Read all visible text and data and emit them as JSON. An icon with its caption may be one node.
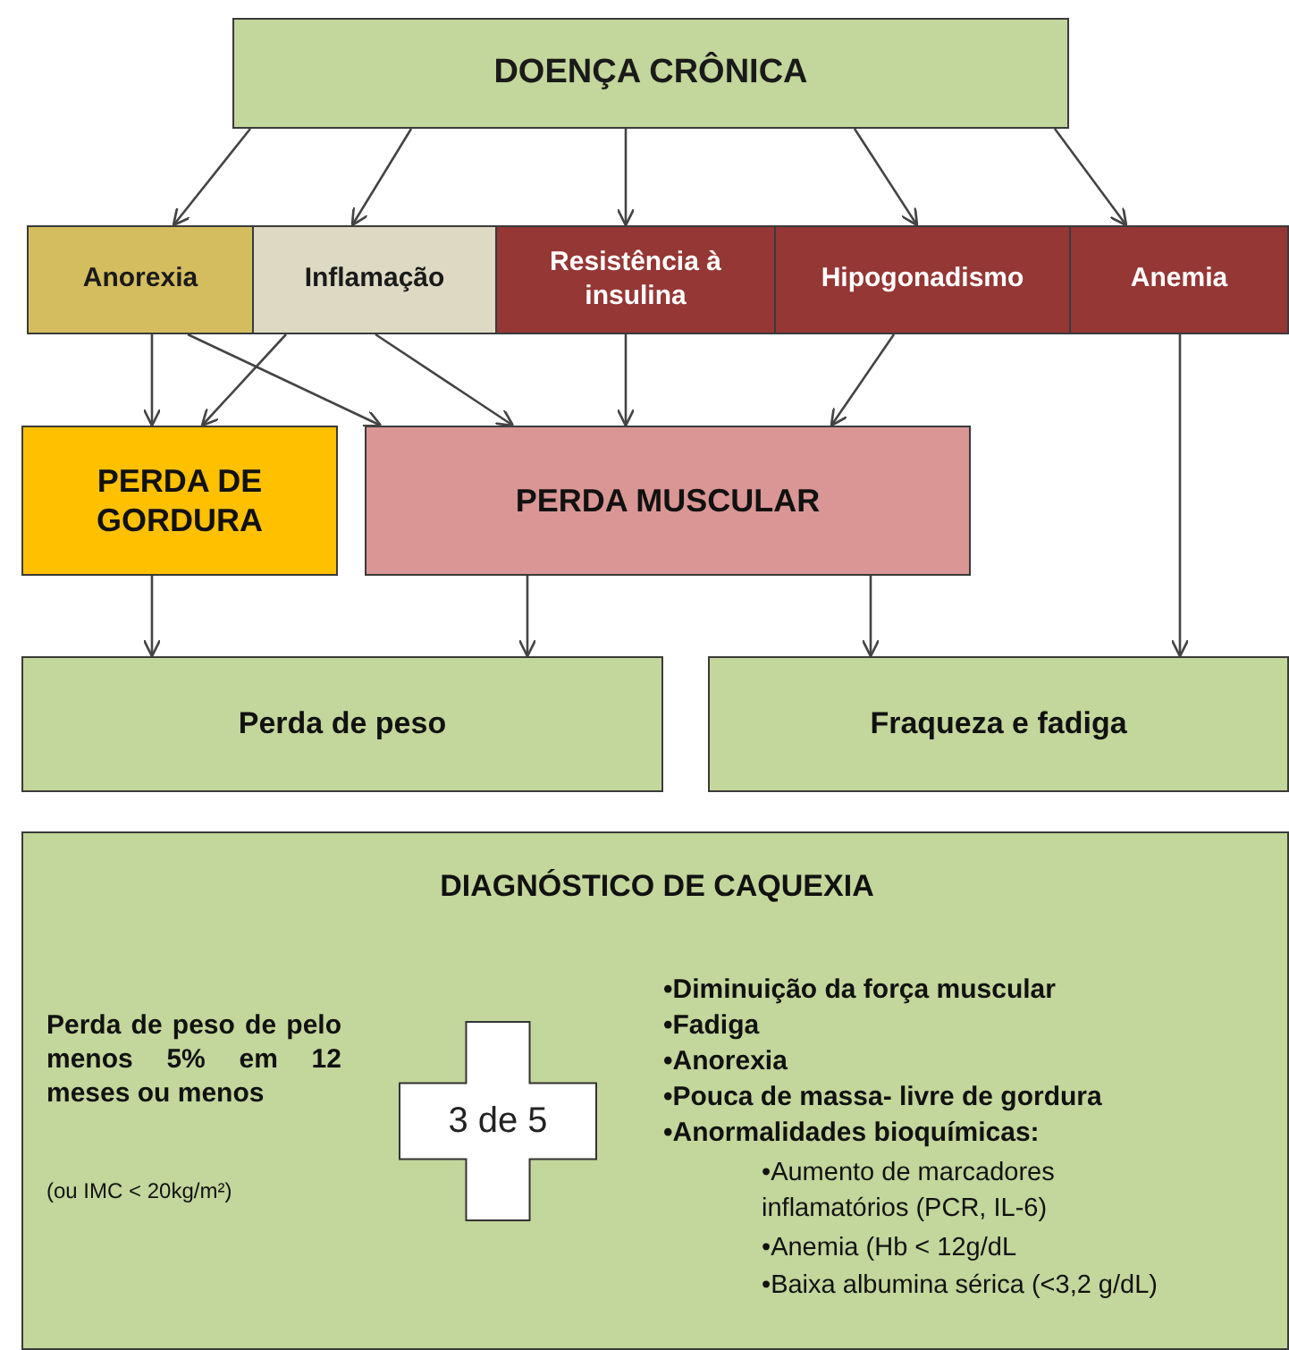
{
  "diagram": {
    "nodes": [
      {
        "text": [
          "DOENÇA CRÔNICA"
        ]
      },
      {
        "text": [
          "Anorexia"
        ]
      },
      {
        "text": [
          "Inflamação"
        ]
      },
      {
        "text": [
          "Resistência à insulina"
        ]
      },
      {
        "text": [
          "Hipogonadismo"
        ]
      },
      {
        "text": [
          "Anemia"
        ]
      },
      {
        "text": [
          "PERDA DE GORDURA"
        ]
      },
      {
        "text": [
          "PERDA MUSCULAR"
        ]
      },
      {
        "text": [
          "Perda de peso"
        ]
      },
      {
        "text": [
          "Fraqueza e fadiga"
        ]
      },
      {
        "text": [
          "DIAGNÓSTICO DE CAQUEXIA",
          "Perda de peso de pelo menos 5% em 12 meses ou menos",
          "(ou IMC < 20kg/m²)",
          "•Diminuição da força muscular",
          "•Fadiga",
          "•Anorexia",
          "•Pouca de massa- livre de gordura",
          "•Anormalidades bioquímicas:",
          "•Aumento de marcadores inflamatórios (PCR, IL-6)",
          "•Anemia (Hb < 12g/dL",
          "•Baixa albumina sérica (<3,2 g/dL)"
        ]
      },
      {
        "text": [
          "3 de 5"
        ],
        "in": 10
      }
    ],
    "edges": [
      {
        "from": 0,
        "to": 1,
        "arrow": "to"
      },
      {
        "from": 0,
        "to": 2,
        "arrow": "to"
      },
      {
        "from": 0,
        "to": 3,
        "arrow": "to"
      },
      {
        "from": 0,
        "to": 4,
        "arrow": "to"
      },
      {
        "from": 0,
        "to": 5,
        "arrow": "to"
      },
      {
        "from": 1,
        "to": 6,
        "arrow": "to"
      },
      {
        "from": 1,
        "to": 7,
        "arrow": "to"
      },
      {
        "from": 2,
        "to": 6,
        "arrow": "to"
      },
      {
        "from": 2,
        "to": 7,
        "arrow": "to"
      },
      {
        "from": 3,
        "to": 7,
        "arrow": "to"
      },
      {
        "from": 4,
        "to": 7,
        "arrow": "to"
      },
      {
        "from": 5,
        "to": 9,
        "arrow": "to"
      },
      {
        "from": 6,
        "to": 8,
        "arrow": "to"
      },
      {
        "from": 7,
        "to": 8,
        "arrow": "to"
      },
      {
        "from": 7,
        "to": 9,
        "arrow": "to"
      }
    ]
  }
}
